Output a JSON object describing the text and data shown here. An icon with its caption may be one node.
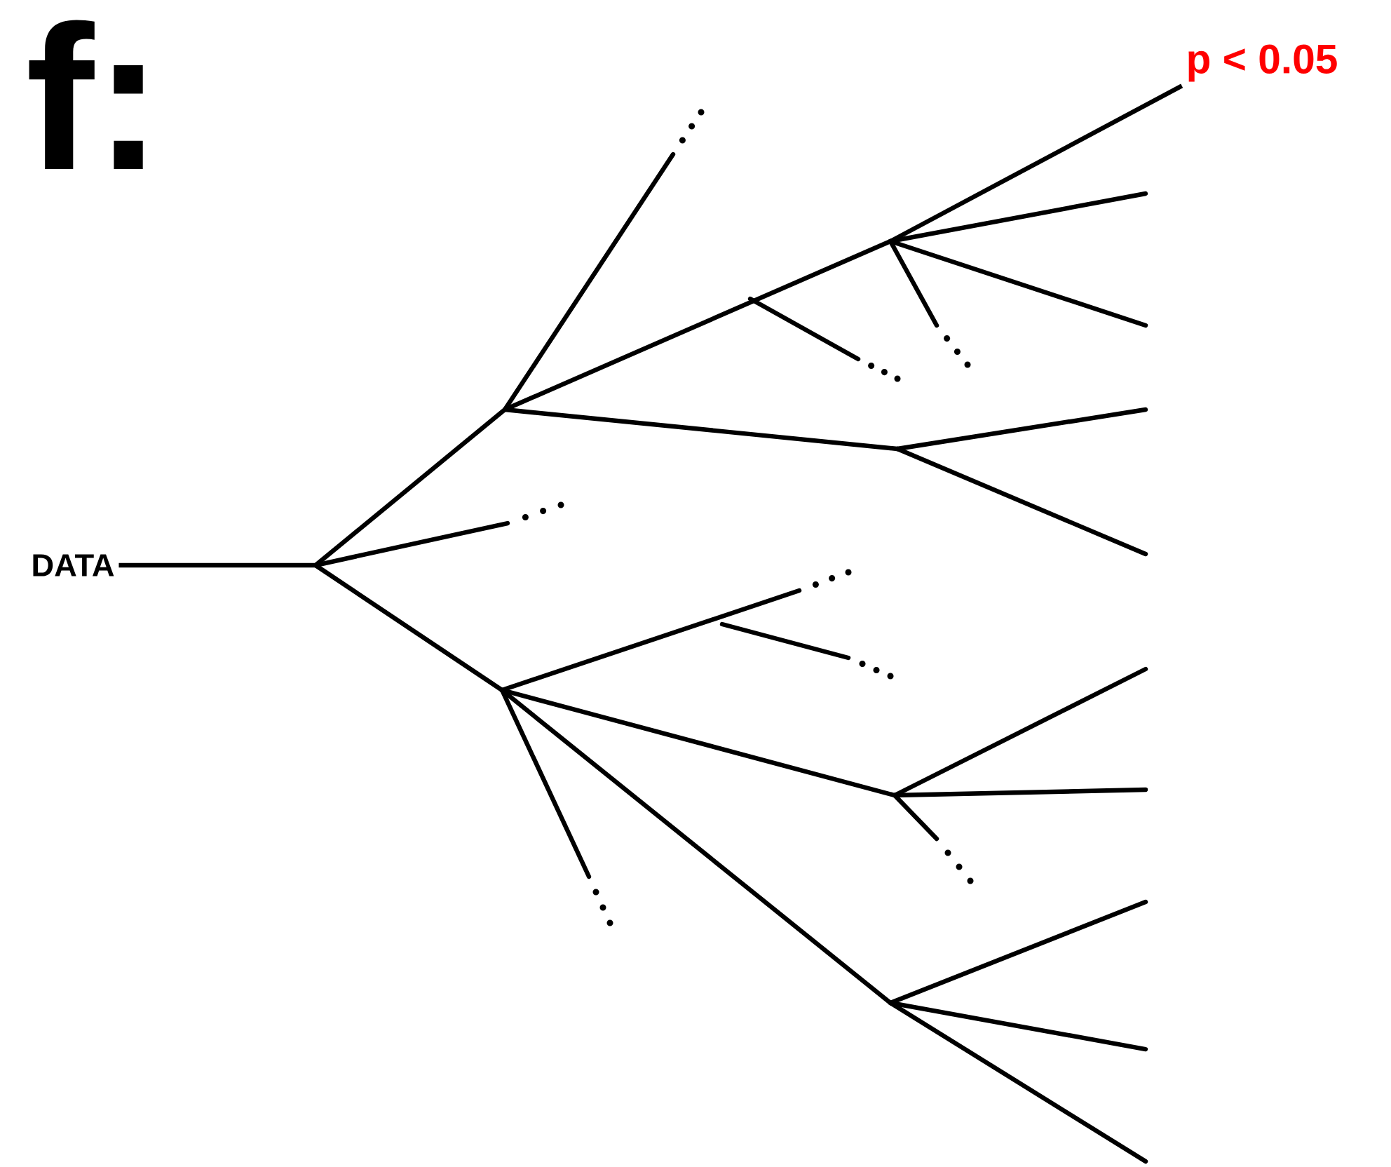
{
  "diagram": {
    "nodes": [
      {
        "text": [
          "DATA"
        ]
      },
      {
        "text": [
          "p < 0.05"
        ]
      }
    ],
    "edges": [
      {
        "from": 0,
        "to": 1,
        "arrow": "none"
      }
    ],
    "labels": [
      "f:"
    ]
  }
}
